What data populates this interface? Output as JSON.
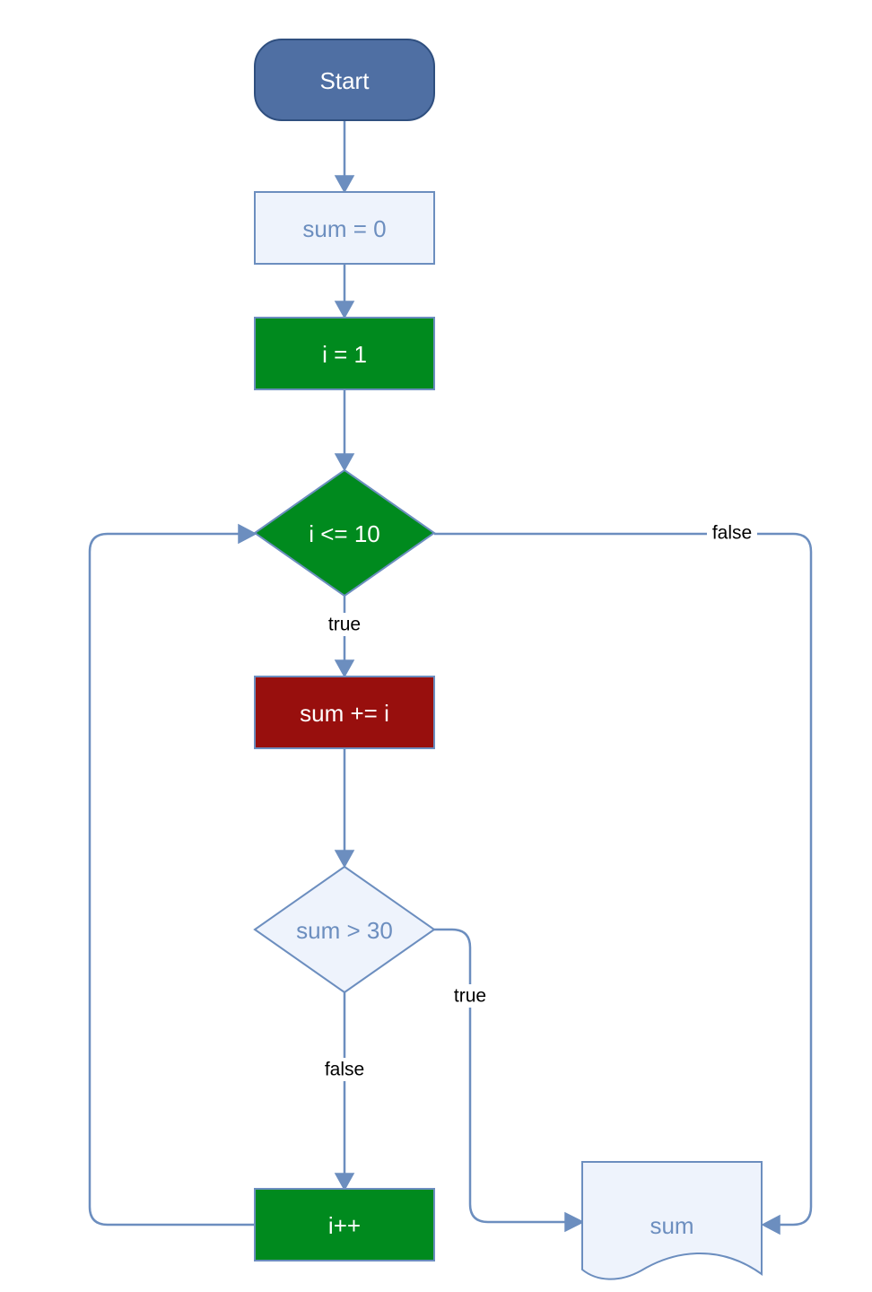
{
  "colors": {
    "edge": "#6c8ebf",
    "start_fill": "#4f6fa3",
    "start_stroke": "#2f4f7f",
    "light_fill": "#eef3fc",
    "light_stroke": "#6c8ebf",
    "light_text": "#6c8ebf",
    "green_fill": "#008a1e",
    "red_fill": "#980f0d",
    "white_text": "#ffffff",
    "label_text": "#000000"
  },
  "nodes": {
    "start": {
      "label": "Start"
    },
    "init_sum": {
      "label": "sum = 0"
    },
    "init_i": {
      "label": "i = 1"
    },
    "cond_i": {
      "label": "i <= 10"
    },
    "add": {
      "label": "sum += i"
    },
    "cond_sum": {
      "label": "sum > 30"
    },
    "increment": {
      "label": "i++"
    },
    "output": {
      "label": "sum"
    }
  },
  "edges": {
    "cond_i_true": {
      "label": "true"
    },
    "cond_i_false": {
      "label": "false"
    },
    "cond_sum_true": {
      "label": "true"
    },
    "cond_sum_false": {
      "label": "false"
    }
  }
}
